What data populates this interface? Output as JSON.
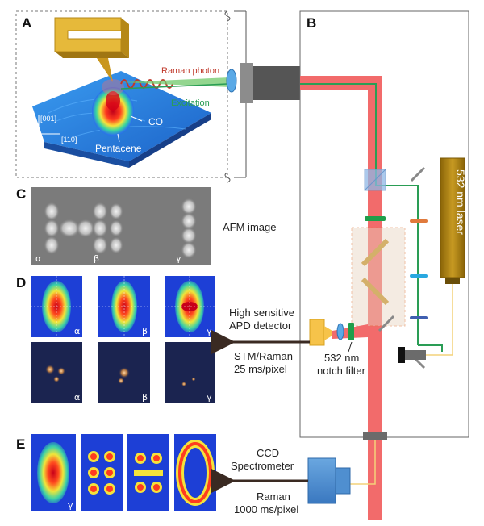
{
  "panels": {
    "a": "A",
    "b": "B",
    "c": "C",
    "d": "D",
    "e": "E"
  },
  "panel_a": {
    "raman_photon": "Raman photon",
    "excitation": "Excitation",
    "co": "CO",
    "pentacene": "Pentacene",
    "axis_001": "[001]",
    "axis_110": "[110]"
  },
  "panel_b": {
    "laser": "532 nm  laser",
    "notch_line1": "532 nm",
    "notch_line2": "notch filter"
  },
  "panel_c": {
    "afm": "AFM image",
    "alpha": "α",
    "beta": "β",
    "gamma": "γ"
  },
  "panel_d": {
    "apd_line1": "High sensitive",
    "apd_line2": "APD detector",
    "stm_line1": "STM/Raman",
    "stm_line2": "25 ms/pixel",
    "alpha": "α",
    "beta": "β",
    "gamma": "γ"
  },
  "panel_e": {
    "ccd_line1": "CCD",
    "ccd_line2": "Spectrometer",
    "raman_line1": "Raman",
    "raman_line2": "1000 ms/pixel",
    "gamma": "γ"
  },
  "colors": {
    "beam_red": "#f26b6b",
    "beam_green": "#2a9d55",
    "gold": "#c9961e",
    "laser_body": "#b8860b",
    "optic_blue": "#3b82c4",
    "detector_yellow": "#f6c34a",
    "arrow": "#3a2a22",
    "heat_bg": "#1d3fd6"
  }
}
